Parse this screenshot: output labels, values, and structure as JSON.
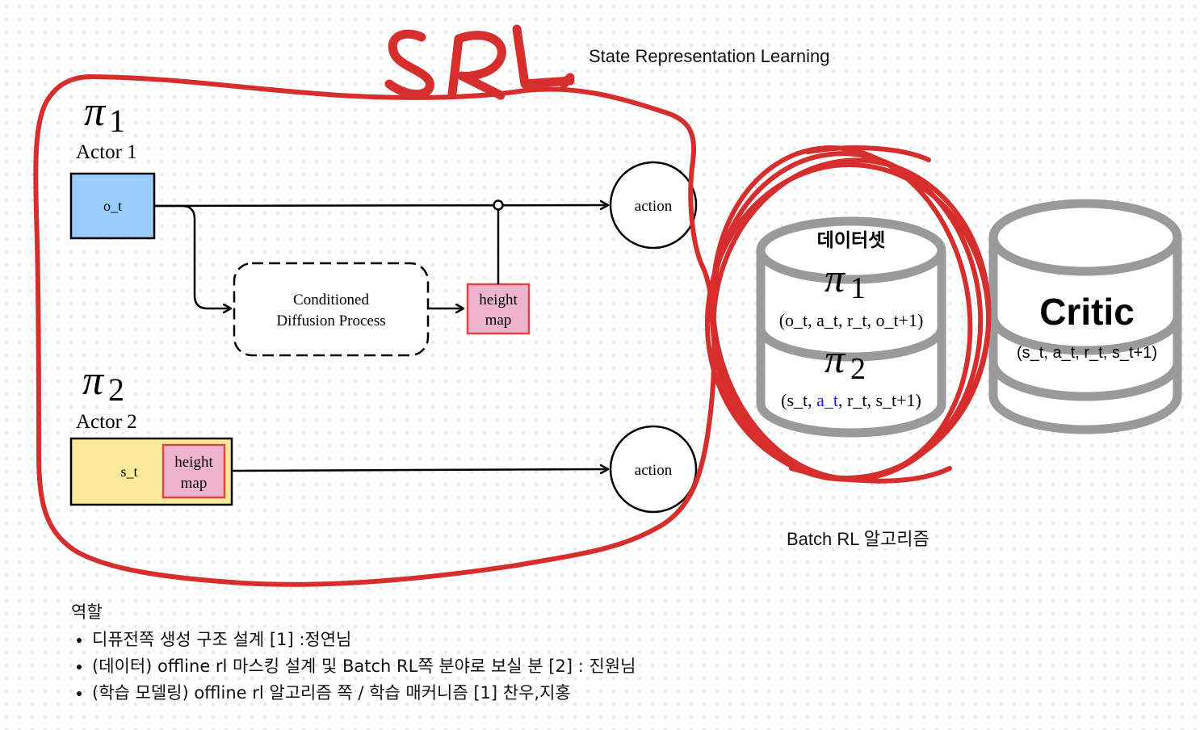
{
  "annotations": {
    "srl_handwritten": "SRL",
    "srl_full": "State Representation Learning",
    "batch_rl": "Batch RL 알고리즘"
  },
  "actor1": {
    "symbol": "π",
    "symbol_index": "1",
    "title": "Actor 1",
    "input": "o_t",
    "process_line1": "Conditioned",
    "process_line2": "Diffusion Process",
    "height_map_line1": "height",
    "height_map_line2": "map",
    "output": "action"
  },
  "actor2": {
    "symbol": "π",
    "symbol_index": "2",
    "title": "Actor 2",
    "input": "s_t",
    "height_map_line1": "height",
    "height_map_line2": "map",
    "output": "action"
  },
  "dataset": {
    "title": "데이터셋",
    "pi1_symbol": "π",
    "pi1_index": "1",
    "pi1_tuple": "(o_t, a_t, r_t, o_t+1)",
    "pi2_symbol": "π",
    "pi2_index": "2",
    "pi2_tuple_a": "(s_t, ",
    "pi2_tuple_highlight": "a_t",
    "pi2_tuple_b": ", r_t, s_t+1)"
  },
  "critic": {
    "title": "Critic",
    "tuple": "(s_t, a_t, r_t, s_t+1)"
  },
  "roles": {
    "heading": "역할",
    "items": [
      "디퓨전쪽 생성 구조 설계 [1] :정연님",
      "(데이터) offline rl 마스킹 설계 및 Batch RL쪽 분야로 보실 분 [2] : 진원님",
      "(학습 모델링) offline rl 알고리즘 쪽 / 학습 매커니즘 [1] 찬우,지홍"
    ]
  },
  "colors": {
    "annotation_red": "#d62d2d",
    "obs_box": "#99ccff",
    "state_box": "#fce99a",
    "height_map": "#eeb4cf",
    "height_map_border": "#e04545",
    "cylinder": "#9a9a9a",
    "highlight_blue": "#1a1aff"
  }
}
